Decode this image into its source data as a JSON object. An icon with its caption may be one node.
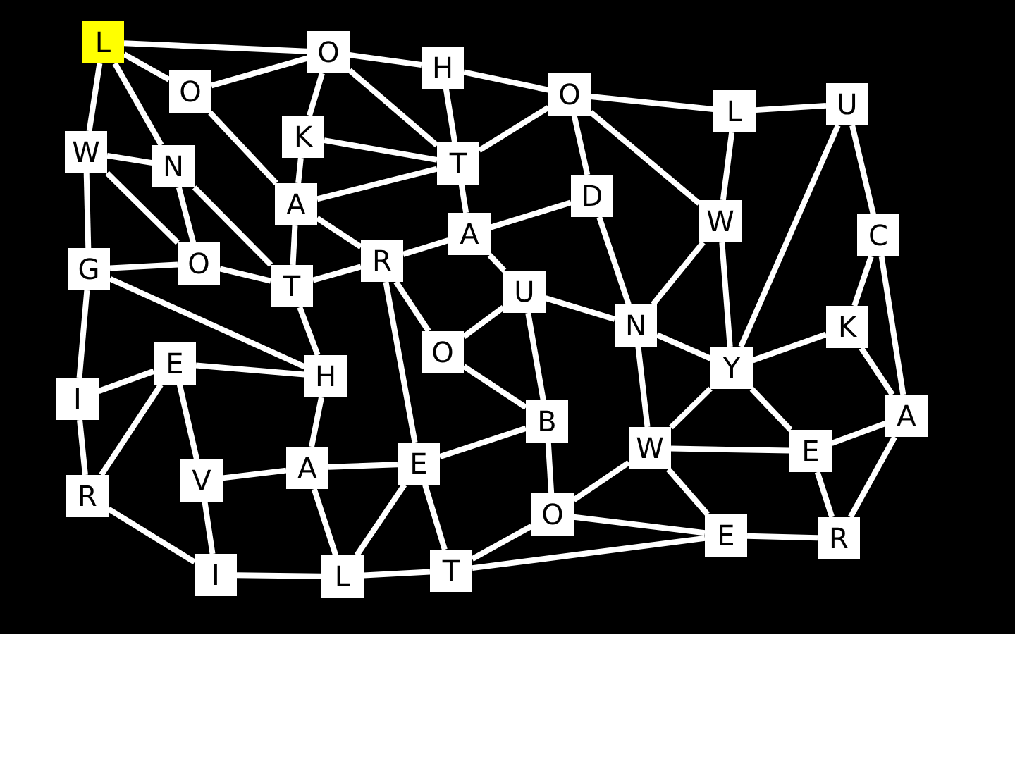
{
  "diagram": {
    "nodes": [
      {
        "text": [
          "L"
        ]
      },
      {
        "text": [
          "O"
        ]
      },
      {
        "text": [
          "H"
        ]
      },
      {
        "text": [
          "O"
        ]
      },
      {
        "text": [
          "O"
        ]
      },
      {
        "text": [
          "L"
        ]
      },
      {
        "text": [
          "U"
        ]
      },
      {
        "text": [
          "W"
        ]
      },
      {
        "text": [
          "K"
        ]
      },
      {
        "text": [
          "N"
        ]
      },
      {
        "text": [
          "T"
        ]
      },
      {
        "text": [
          "D"
        ]
      },
      {
        "text": [
          "A"
        ]
      },
      {
        "text": [
          "W"
        ]
      },
      {
        "text": [
          "C"
        ]
      },
      {
        "text": [
          "A"
        ]
      },
      {
        "text": [
          "R"
        ]
      },
      {
        "text": [
          "G"
        ]
      },
      {
        "text": [
          "O"
        ]
      },
      {
        "text": [
          "T"
        ]
      },
      {
        "text": [
          "U"
        ]
      },
      {
        "text": [
          "N"
        ]
      },
      {
        "text": [
          "K"
        ]
      },
      {
        "text": [
          "O"
        ]
      },
      {
        "text": [
          "Y"
        ]
      },
      {
        "text": [
          "E"
        ]
      },
      {
        "text": [
          "H"
        ]
      },
      {
        "text": [
          "I"
        ]
      },
      {
        "text": [
          "A"
        ]
      },
      {
        "text": [
          "B"
        ]
      },
      {
        "text": [
          "W"
        ]
      },
      {
        "text": [
          "E"
        ]
      },
      {
        "text": [
          "V"
        ]
      },
      {
        "text": [
          "A"
        ]
      },
      {
        "text": [
          "E"
        ]
      },
      {
        "text": [
          "R"
        ]
      },
      {
        "text": [
          "O"
        ]
      },
      {
        "text": [
          "E"
        ]
      },
      {
        "text": [
          "R"
        ]
      },
      {
        "text": [
          "I"
        ]
      },
      {
        "text": [
          "L"
        ]
      },
      {
        "text": [
          "T"
        ]
      }
    ],
    "edges": [
      {
        "from": 0,
        "to": 1,
        "arrow": "none"
      },
      {
        "from": 0,
        "to": 3,
        "arrow": "none"
      },
      {
        "from": 0,
        "to": 7,
        "arrow": "none"
      },
      {
        "from": 0,
        "to": 9,
        "arrow": "none"
      },
      {
        "from": 1,
        "to": 2,
        "arrow": "none"
      },
      {
        "from": 1,
        "to": 3,
        "arrow": "none"
      },
      {
        "from": 1,
        "to": 8,
        "arrow": "none"
      },
      {
        "from": 1,
        "to": 10,
        "arrow": "none"
      },
      {
        "from": 2,
        "to": 10,
        "arrow": "none"
      },
      {
        "from": 2,
        "to": 4,
        "arrow": "none"
      },
      {
        "from": 3,
        "to": 12,
        "arrow": "none"
      },
      {
        "from": 4,
        "to": 5,
        "arrow": "none"
      },
      {
        "from": 4,
        "to": 10,
        "arrow": "none"
      },
      {
        "from": 4,
        "to": 11,
        "arrow": "none"
      },
      {
        "from": 4,
        "to": 13,
        "arrow": "none"
      },
      {
        "from": 5,
        "to": 6,
        "arrow": "none"
      },
      {
        "from": 5,
        "to": 13,
        "arrow": "none"
      },
      {
        "from": 6,
        "to": 14,
        "arrow": "none"
      },
      {
        "from": 6,
        "to": 24,
        "arrow": "none"
      },
      {
        "from": 7,
        "to": 9,
        "arrow": "none"
      },
      {
        "from": 7,
        "to": 18,
        "arrow": "none"
      },
      {
        "from": 7,
        "to": 17,
        "arrow": "none"
      },
      {
        "from": 8,
        "to": 10,
        "arrow": "none"
      },
      {
        "from": 8,
        "to": 12,
        "arrow": "none"
      },
      {
        "from": 9,
        "to": 18,
        "arrow": "none"
      },
      {
        "from": 9,
        "to": 19,
        "arrow": "none"
      },
      {
        "from": 10,
        "to": 12,
        "arrow": "none"
      },
      {
        "from": 10,
        "to": 15,
        "arrow": "none"
      },
      {
        "from": 11,
        "to": 15,
        "arrow": "none"
      },
      {
        "from": 11,
        "to": 21,
        "arrow": "none"
      },
      {
        "from": 12,
        "to": 19,
        "arrow": "none"
      },
      {
        "from": 12,
        "to": 16,
        "arrow": "none"
      },
      {
        "from": 13,
        "to": 21,
        "arrow": "none"
      },
      {
        "from": 13,
        "to": 24,
        "arrow": "none"
      },
      {
        "from": 14,
        "to": 22,
        "arrow": "none"
      },
      {
        "from": 14,
        "to": 28,
        "arrow": "none"
      },
      {
        "from": 15,
        "to": 16,
        "arrow": "none"
      },
      {
        "from": 15,
        "to": 20,
        "arrow": "none"
      },
      {
        "from": 16,
        "to": 19,
        "arrow": "none"
      },
      {
        "from": 16,
        "to": 23,
        "arrow": "none"
      },
      {
        "from": 16,
        "to": 34,
        "arrow": "none"
      },
      {
        "from": 17,
        "to": 18,
        "arrow": "none"
      },
      {
        "from": 17,
        "to": 27,
        "arrow": "none"
      },
      {
        "from": 17,
        "to": 26,
        "arrow": "none"
      },
      {
        "from": 18,
        "to": 19,
        "arrow": "none"
      },
      {
        "from": 19,
        "to": 26,
        "arrow": "none"
      },
      {
        "from": 20,
        "to": 23,
        "arrow": "none"
      },
      {
        "from": 20,
        "to": 21,
        "arrow": "none"
      },
      {
        "from": 20,
        "to": 29,
        "arrow": "none"
      },
      {
        "from": 21,
        "to": 24,
        "arrow": "none"
      },
      {
        "from": 21,
        "to": 30,
        "arrow": "none"
      },
      {
        "from": 22,
        "to": 24,
        "arrow": "none"
      },
      {
        "from": 22,
        "to": 28,
        "arrow": "none"
      },
      {
        "from": 23,
        "to": 29,
        "arrow": "none"
      },
      {
        "from": 24,
        "to": 30,
        "arrow": "none"
      },
      {
        "from": 24,
        "to": 31,
        "arrow": "none"
      },
      {
        "from": 25,
        "to": 27,
        "arrow": "none"
      },
      {
        "from": 25,
        "to": 26,
        "arrow": "none"
      },
      {
        "from": 25,
        "to": 35,
        "arrow": "none"
      },
      {
        "from": 25,
        "to": 32,
        "arrow": "none"
      },
      {
        "from": 26,
        "to": 33,
        "arrow": "none"
      },
      {
        "from": 27,
        "to": 35,
        "arrow": "none"
      },
      {
        "from": 28,
        "to": 31,
        "arrow": "none"
      },
      {
        "from": 28,
        "to": 38,
        "arrow": "none"
      },
      {
        "from": 29,
        "to": 34,
        "arrow": "none"
      },
      {
        "from": 29,
        "to": 36,
        "arrow": "none"
      },
      {
        "from": 30,
        "to": 31,
        "arrow": "none"
      },
      {
        "from": 30,
        "to": 36,
        "arrow": "none"
      },
      {
        "from": 30,
        "to": 37,
        "arrow": "none"
      },
      {
        "from": 31,
        "to": 38,
        "arrow": "none"
      },
      {
        "from": 32,
        "to": 33,
        "arrow": "none"
      },
      {
        "from": 32,
        "to": 39,
        "arrow": "none"
      },
      {
        "from": 33,
        "to": 34,
        "arrow": "none"
      },
      {
        "from": 33,
        "to": 40,
        "arrow": "none"
      },
      {
        "from": 34,
        "to": 40,
        "arrow": "none"
      },
      {
        "from": 34,
        "to": 41,
        "arrow": "none"
      },
      {
        "from": 35,
        "to": 39,
        "arrow": "none"
      },
      {
        "from": 36,
        "to": 37,
        "arrow": "none"
      },
      {
        "from": 36,
        "to": 41,
        "arrow": "none"
      },
      {
        "from": 37,
        "to": 38,
        "arrow": "none"
      },
      {
        "from": 37,
        "to": 41,
        "arrow": "none"
      },
      {
        "from": 39,
        "to": 40,
        "arrow": "none"
      },
      {
        "from": 40,
        "to": 41,
        "arrow": "none"
      }
    ]
  }
}
